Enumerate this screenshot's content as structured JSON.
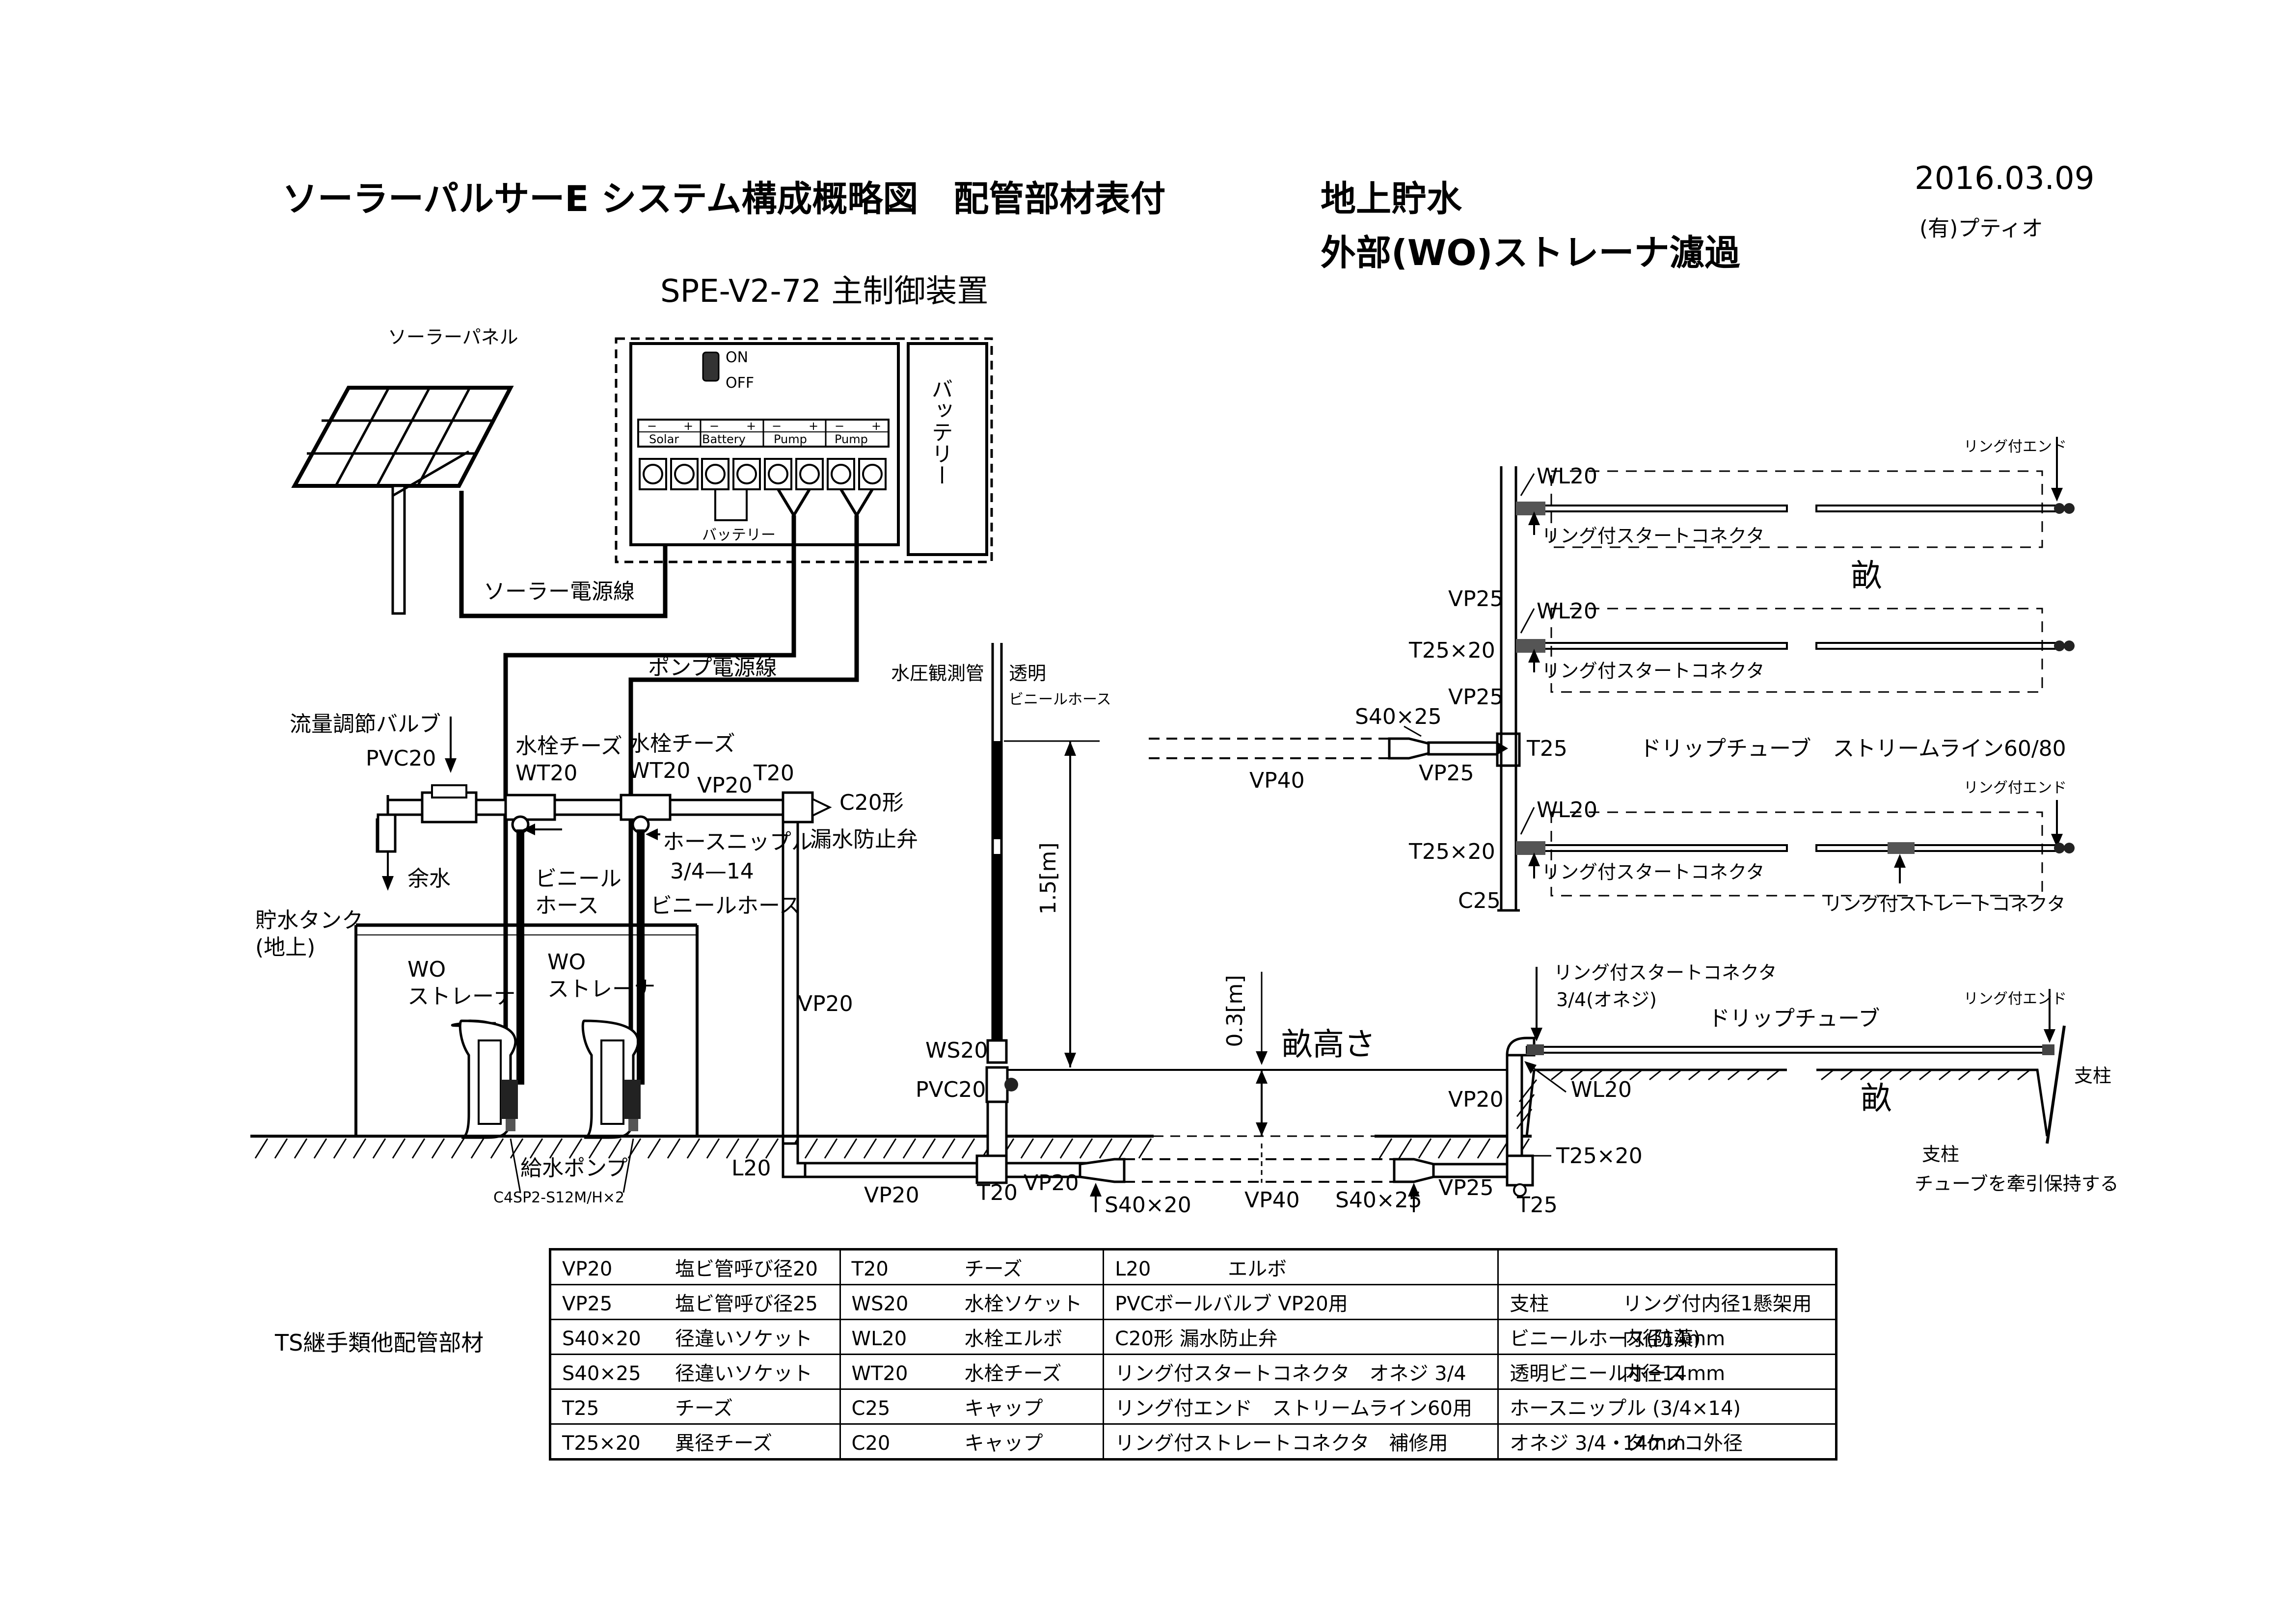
{
  "header": {
    "title": "ソーラーパルサーE システム構成概略図　配管部材表付",
    "subtitle_right1": "地上貯水",
    "subtitle_right2": "外部(WO)ストレーナ濾過",
    "date": "2016.03.09",
    "company": "(有)プティオ"
  },
  "controller": {
    "title": "SPE-V2-72 主制御装置",
    "switch_on": "ON",
    "switch_off": "OFF",
    "terminals": [
      "Solar",
      "Battery",
      "Pump",
      "Pump"
    ],
    "plus": "+",
    "minus": "−",
    "battery_text": "バッテリー",
    "battery_small": "バッテリー"
  },
  "labels": {
    "solar_panel": "ソーラーパネル",
    "solar_wire": "ソーラー電源線",
    "pump_wire": "ポンプ電源線",
    "flow_valve": "流量調節バルブ",
    "pvc20_a": "PVC20",
    "surplus": "余水",
    "tap_tee1": "水栓チーズ",
    "wt20_1": "WT20",
    "tap_tee2": "水栓チーズ",
    "wt20_2": "WT20",
    "vp20_top": "VP20",
    "t20_top": "T20",
    "c20": "C20形",
    "leak_valve": "漏水防止弁",
    "hose_nipple": "ホースニップル",
    "hose_nipple_size": "3/4—14",
    "vinyl_hose1": "ビニール",
    "vinyl_hose1b": "ホース",
    "vinyl_hose2": "ビニールホース",
    "tank": "貯水タンク",
    "tank_ground": "(地上)",
    "wo1": "WO",
    "wo1b": "ストレーナ",
    "wo2": "WO",
    "wo2b": "ストレーナ",
    "vp20_mid": "VP20",
    "pressure_tube": "水圧観測管",
    "clear_hose1": "透明",
    "clear_hose2": "ビニールホース",
    "height_15": "1.5[m]",
    "height_03": "0.3[m]",
    "ridge_height": "畝高さ",
    "ws20": "WS20",
    "pvc20_b": "PVC20",
    "supply_pump": "給水ポンプ",
    "pump_model": "C4SP2-S12M/H×2",
    "l20": "L20",
    "vp20_bot": "VP20",
    "t20_bot": "T20",
    "vp20_bot2": "VP20",
    "s40x20": "S40×20",
    "vp40_bot": "VP40",
    "s40x25_bot": "S40×25",
    "vp25_bot": "VP25",
    "t25_bot": "T25",
    "t25x20_bot": "T25×20",
    "vp20_right": "VP20",
    "wl20_bot": "WL20",
    "ring_start_bot": "リング付スタートコネクタ",
    "ring_start_bot_size": "3/4(オネジ)",
    "drip_tube_bot": "ドリップチューブ",
    "ring_end_bot": "リング付エンド",
    "post": "支柱",
    "ridge_bot": "畝",
    "post_note1": "支柱",
    "post_note2": "チューブを牽引保持する",
    "s40x25_mid": "S40×25",
    "vp40_mid": "VP40",
    "vp25_mid": "VP25",
    "t25_mid": "T25",
    "drip_stream": "ドリップチューブ　ストリームライン60/80",
    "wl20_1": "WL20",
    "ring_start1": "リング付スタートコネクタ",
    "ring_end1": "リング付エンド",
    "ridge_top": "畝",
    "vp25_a": "VP25",
    "wl20_2": "WL20",
    "t25x20_a": "T25×20",
    "ring_start2": "リング付スタートコネクタ",
    "vp25_b": "VP25",
    "wl20_3": "WL20",
    "ring_end3": "リング付エンド",
    "t25x20_b": "T25×20",
    "ring_start3": "リング付スタートコネクタ",
    "c25": "C25",
    "ring_straight": "リング付ストレートコネクタ"
  },
  "parts_table": {
    "label": "TS継手類他配管部材",
    "rows": [
      [
        {
          "code": "VP20",
          "desc": "塩ビ管呼び径20"
        },
        {
          "code": "T20",
          "desc": "チーズ"
        },
        {
          "code": "L20",
          "desc": "エルボ"
        },
        {
          "code": "",
          "desc": ""
        }
      ],
      [
        {
          "code": "VP25",
          "desc": "塩ビ管呼び径25"
        },
        {
          "code": "WS20",
          "desc": "水栓ソケット"
        },
        {
          "code": "",
          "desc": "PVCボールバルブ VP20用"
        },
        {
          "code": "支柱",
          "desc": "リング付内径1懸架用"
        }
      ],
      [
        {
          "code": "S40×20",
          "desc": "径違いソケット"
        },
        {
          "code": "WL20",
          "desc": "水栓エルボ"
        },
        {
          "code": "",
          "desc": "C20形 漏水防止弁"
        },
        {
          "code": "ビニールホース(防藻)",
          "desc": "内径14mm"
        }
      ],
      [
        {
          "code": "S40×25",
          "desc": "径違いソケット"
        },
        {
          "code": "WT20",
          "desc": "水栓チーズ"
        },
        {
          "code": "",
          "desc": "リング付スタートコネクタ　オネジ 3/4"
        },
        {
          "code": "透明ビニールホース",
          "desc": "内径14mm"
        }
      ],
      [
        {
          "code": "T25",
          "desc": "チーズ"
        },
        {
          "code": "C25",
          "desc": "キャップ"
        },
        {
          "code": "",
          "desc": "リング付エンド　ストリームライン60用"
        },
        {
          "code": "ホースニップル (3/4×14)",
          "desc": ""
        }
      ],
      [
        {
          "code": "T25×20",
          "desc": "異径チーズ"
        },
        {
          "code": "C20",
          "desc": "キャップ"
        },
        {
          "code": "",
          "desc": "リング付ストレートコネクタ　補修用"
        },
        {
          "code": "オネジ 3/4・タケノコ外径",
          "desc": "14mm"
        }
      ]
    ]
  }
}
